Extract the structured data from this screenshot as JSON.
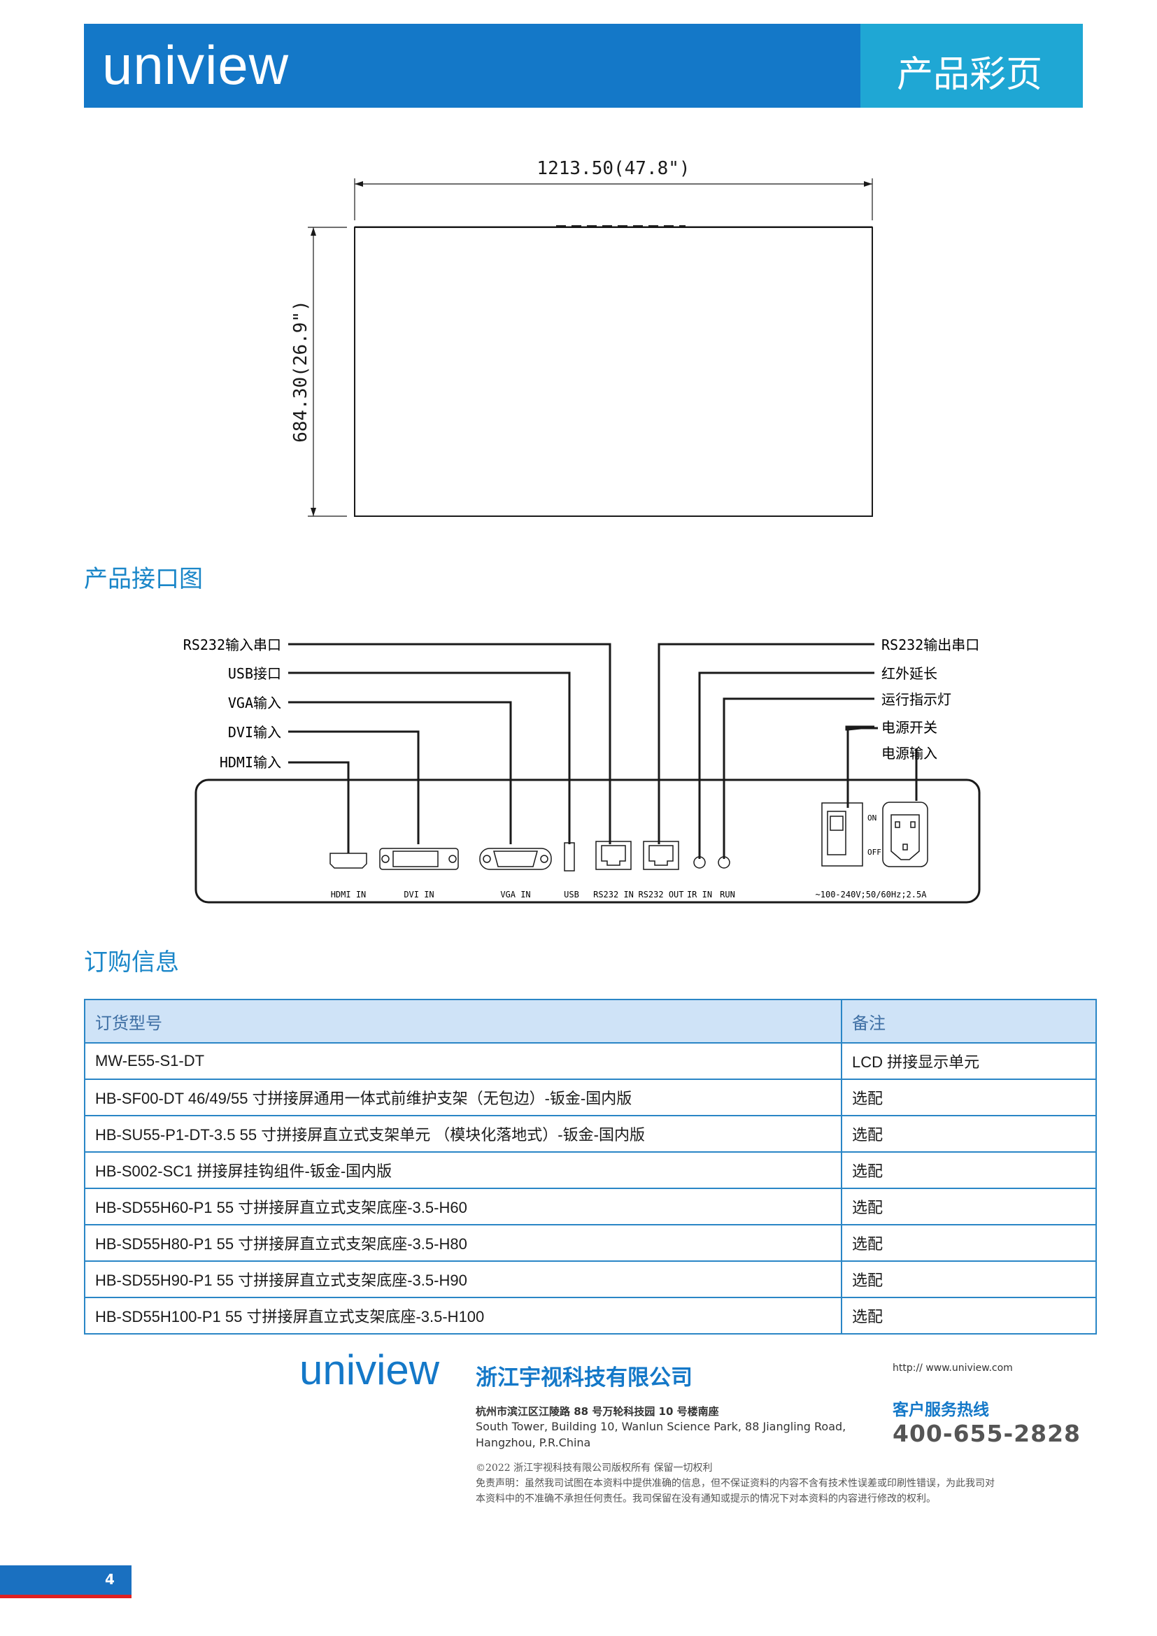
{
  "header": {
    "brand": "uniview",
    "title": "产品彩页"
  },
  "dimension_drawing": {
    "width_label": "1213.50(47.8\")",
    "height_label": "684.30(26.9\")"
  },
  "interface_section": {
    "title": "产品接口图",
    "callouts_left": [
      "RS232输入串口",
      "USB接口",
      "VGA输入",
      "DVI输入",
      "HDMI输入"
    ],
    "callouts_right": [
      "RS232输出串口",
      "红外延长",
      "运行指示灯",
      "电源开关",
      "电源输入"
    ],
    "port_labels": [
      "HDMI IN",
      "DVI IN",
      "VGA IN",
      "USB",
      "RS232 IN",
      "RS232 OUT",
      "IR IN",
      "RUN"
    ],
    "switch_on": "ON",
    "switch_off": "OFF",
    "power_spec": "~100-240V;50/60Hz;2.5A"
  },
  "order_section": {
    "title": "订购信息",
    "headers": [
      "订货型号",
      "备注"
    ],
    "rows": [
      [
        "MW-E55-S1-DT",
        "LCD 拼接显示单元"
      ],
      [
        "HB-SF00-DT 46/49/55 寸拼接屏通用一体式前维护支架（无包边）-钣金-国内版",
        "选配"
      ],
      [
        "HB-SU55-P1-DT-3.5 55 寸拼接屏直立式支架单元  （模块化落地式）-钣金-国内版",
        "选配"
      ],
      [
        "HB-S002-SC1 拼接屏挂钩组件-钣金-国内版",
        "选配"
      ],
      [
        "HB-SD55H60-P1 55 寸拼接屏直立式支架底座-3.5-H60",
        "选配"
      ],
      [
        "HB-SD55H80-P1 55 寸拼接屏直立式支架底座-3.5-H80",
        "选配"
      ],
      [
        "HB-SD55H90-P1 55 寸拼接屏直立式支架底座-3.5-H90",
        "选配"
      ],
      [
        "HB-SD55H100-P1 55 寸拼接屏直立式支架底座-3.5-H100",
        "选配"
      ]
    ]
  },
  "footer": {
    "brand": "uniview",
    "company": "浙江宇视科技有限公司",
    "address_cn": "杭州市滨江区江陵路 88 号万轮科技园 10 号楼南座",
    "address_en_1": "South Tower, Building 10, Wanlun Science Park, 88 Jiangling Road,",
    "address_en_2": "Hangzhou, P.R.China",
    "url": "http:// www.uniview.com",
    "hotline_label": "客户服务热线",
    "hotline": "400-655-2828",
    "copyright": "©2022 浙江宇视科技有限公司版权所有 保留一切权利",
    "disclaimer_1": "免责声明：虽然我司试图在本资料中提供准确的信息，但不保证资料的内容不含有技术性误差或印刷性错误，为此我司对",
    "disclaimer_2": "本资料中的不准确不承担任何责任。我司保留在没有通知或提示的情况下对本资料的内容进行修改的权利。"
  },
  "page_number": "4"
}
